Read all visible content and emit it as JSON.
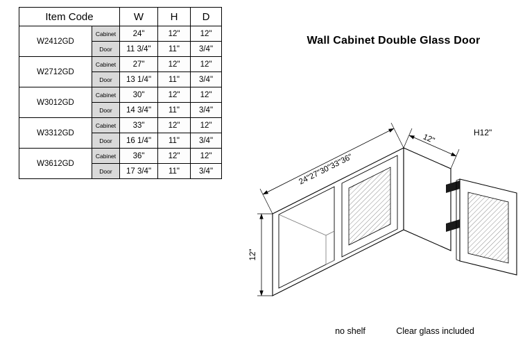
{
  "title": "Wall Cabinet Double Glass Door",
  "table": {
    "headers": {
      "item_code": "Item Code",
      "w": "W",
      "h": "H",
      "d": "D"
    },
    "row_labels": {
      "cabinet": "Cabinet",
      "door": "Door"
    },
    "rows": [
      {
        "code": "W2412GD",
        "cabinet": {
          "w": "24\"",
          "h": "12\"",
          "d": "12\""
        },
        "door": {
          "w": "11 3/4\"",
          "h": "11\"",
          "d": "3/4\""
        }
      },
      {
        "code": "W2712GD",
        "cabinet": {
          "w": "27\"",
          "h": "12\"",
          "d": "12\""
        },
        "door": {
          "w": "13 1/4\"",
          "h": "11\"",
          "d": "3/4\""
        }
      },
      {
        "code": "W3012GD",
        "cabinet": {
          "w": "30\"",
          "h": "12\"",
          "d": "12\""
        },
        "door": {
          "w": "14 3/4\"",
          "h": "11\"",
          "d": "3/4\""
        }
      },
      {
        "code": "W3312GD",
        "cabinet": {
          "w": "33\"",
          "h": "12\"",
          "d": "12\""
        },
        "door": {
          "w": "16 1/4\"",
          "h": "11\"",
          "d": "3/4\""
        }
      },
      {
        "code": "W3612GD",
        "cabinet": {
          "w": "36\"",
          "h": "12\"",
          "d": "12\""
        },
        "door": {
          "w": "17 3/4\"",
          "h": "11\"",
          "d": "3/4\""
        }
      }
    ]
  },
  "diagram": {
    "width_label": "24\"27\"30\"33\"36\"",
    "depth_label": "12\"",
    "height_label": "12\"",
    "height_note": "H12\""
  },
  "footnotes": {
    "shelf": "no shelf",
    "glass": "Clear glass included"
  }
}
